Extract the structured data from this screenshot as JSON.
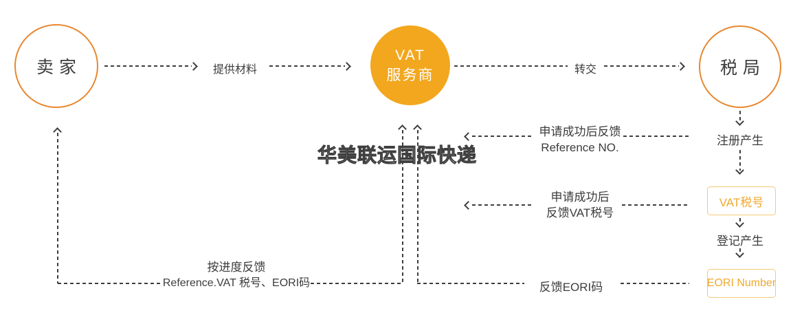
{
  "colors": {
    "circle_stroke": "#e8872e",
    "circle_fill": "#f2a71f",
    "box_border": "#f3c975",
    "box_text": "#efa92f",
    "line_color": "#3d3d3d",
    "text_color": "#3c3c3c"
  },
  "nodes": {
    "seller": "卖家",
    "vat_provider_line1": "VAT",
    "vat_provider_line2": "服务商",
    "tax_bureau": "税局"
  },
  "flow_labels": {
    "provide_materials": "提供材料",
    "forward": "转交",
    "registration_generated": "注册产生",
    "record_generated": "登记产生"
  },
  "boxes": {
    "vat_number": "VAT税号",
    "eori_number": "EORI Number"
  },
  "feedback": {
    "reference_line1": "申请成功后反馈",
    "reference_line2": "Reference NO.",
    "vat_line1": "申请成功后",
    "vat_line2": "反馈VAT税号",
    "progress_line1": "按进度反馈",
    "progress_line2": "Reference.VAT 税号、EORI码",
    "eori": "反馈EORI码"
  },
  "watermark": "华美联运国际快递"
}
